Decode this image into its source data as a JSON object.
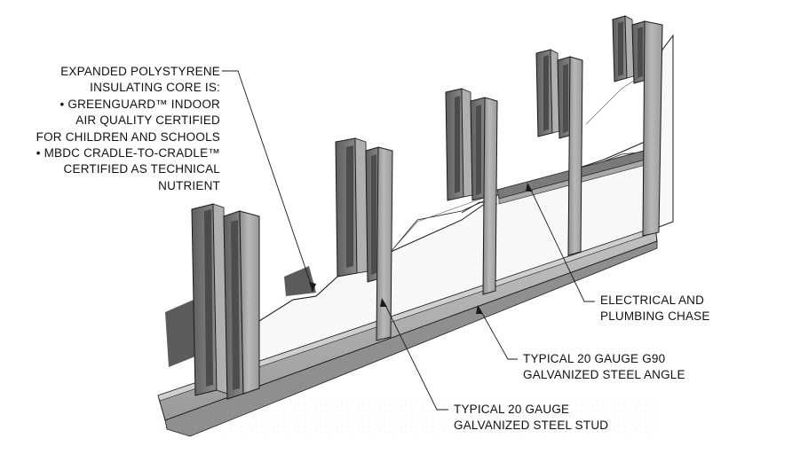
{
  "colors": {
    "panel": "#f7f7f7",
    "steel_light": "#b8b8b8",
    "steel_mid": "#9e9e9e",
    "steel_dark": "#6f6f6f",
    "shadow": "#4a4a4a",
    "outline": "#1a1a1a",
    "text": "#111111"
  },
  "labels": {
    "core": [
      "EXPANDED POLYSTYRENE",
      "INSULATING CORE IS:",
      "• GREENGUARD™ INDOOR",
      "AIR QUALITY CERTIFIED",
      "FOR CHILDREN AND SCHOOLS",
      "• MBDC CRADLE-TO-CRADLE™",
      "CERTIFIED AS TECHNICAL",
      "NUTRIENT"
    ],
    "chase": [
      "ELECTRICAL AND",
      "PLUMBING CHASE"
    ],
    "angle": [
      "TYPICAL 20 GAUGE G90",
      "GALVANIZED STEEL ANGLE"
    ],
    "stud": [
      "TYPICAL 20 GAUGE",
      "GALVANIZED STEEL STUD"
    ]
  }
}
